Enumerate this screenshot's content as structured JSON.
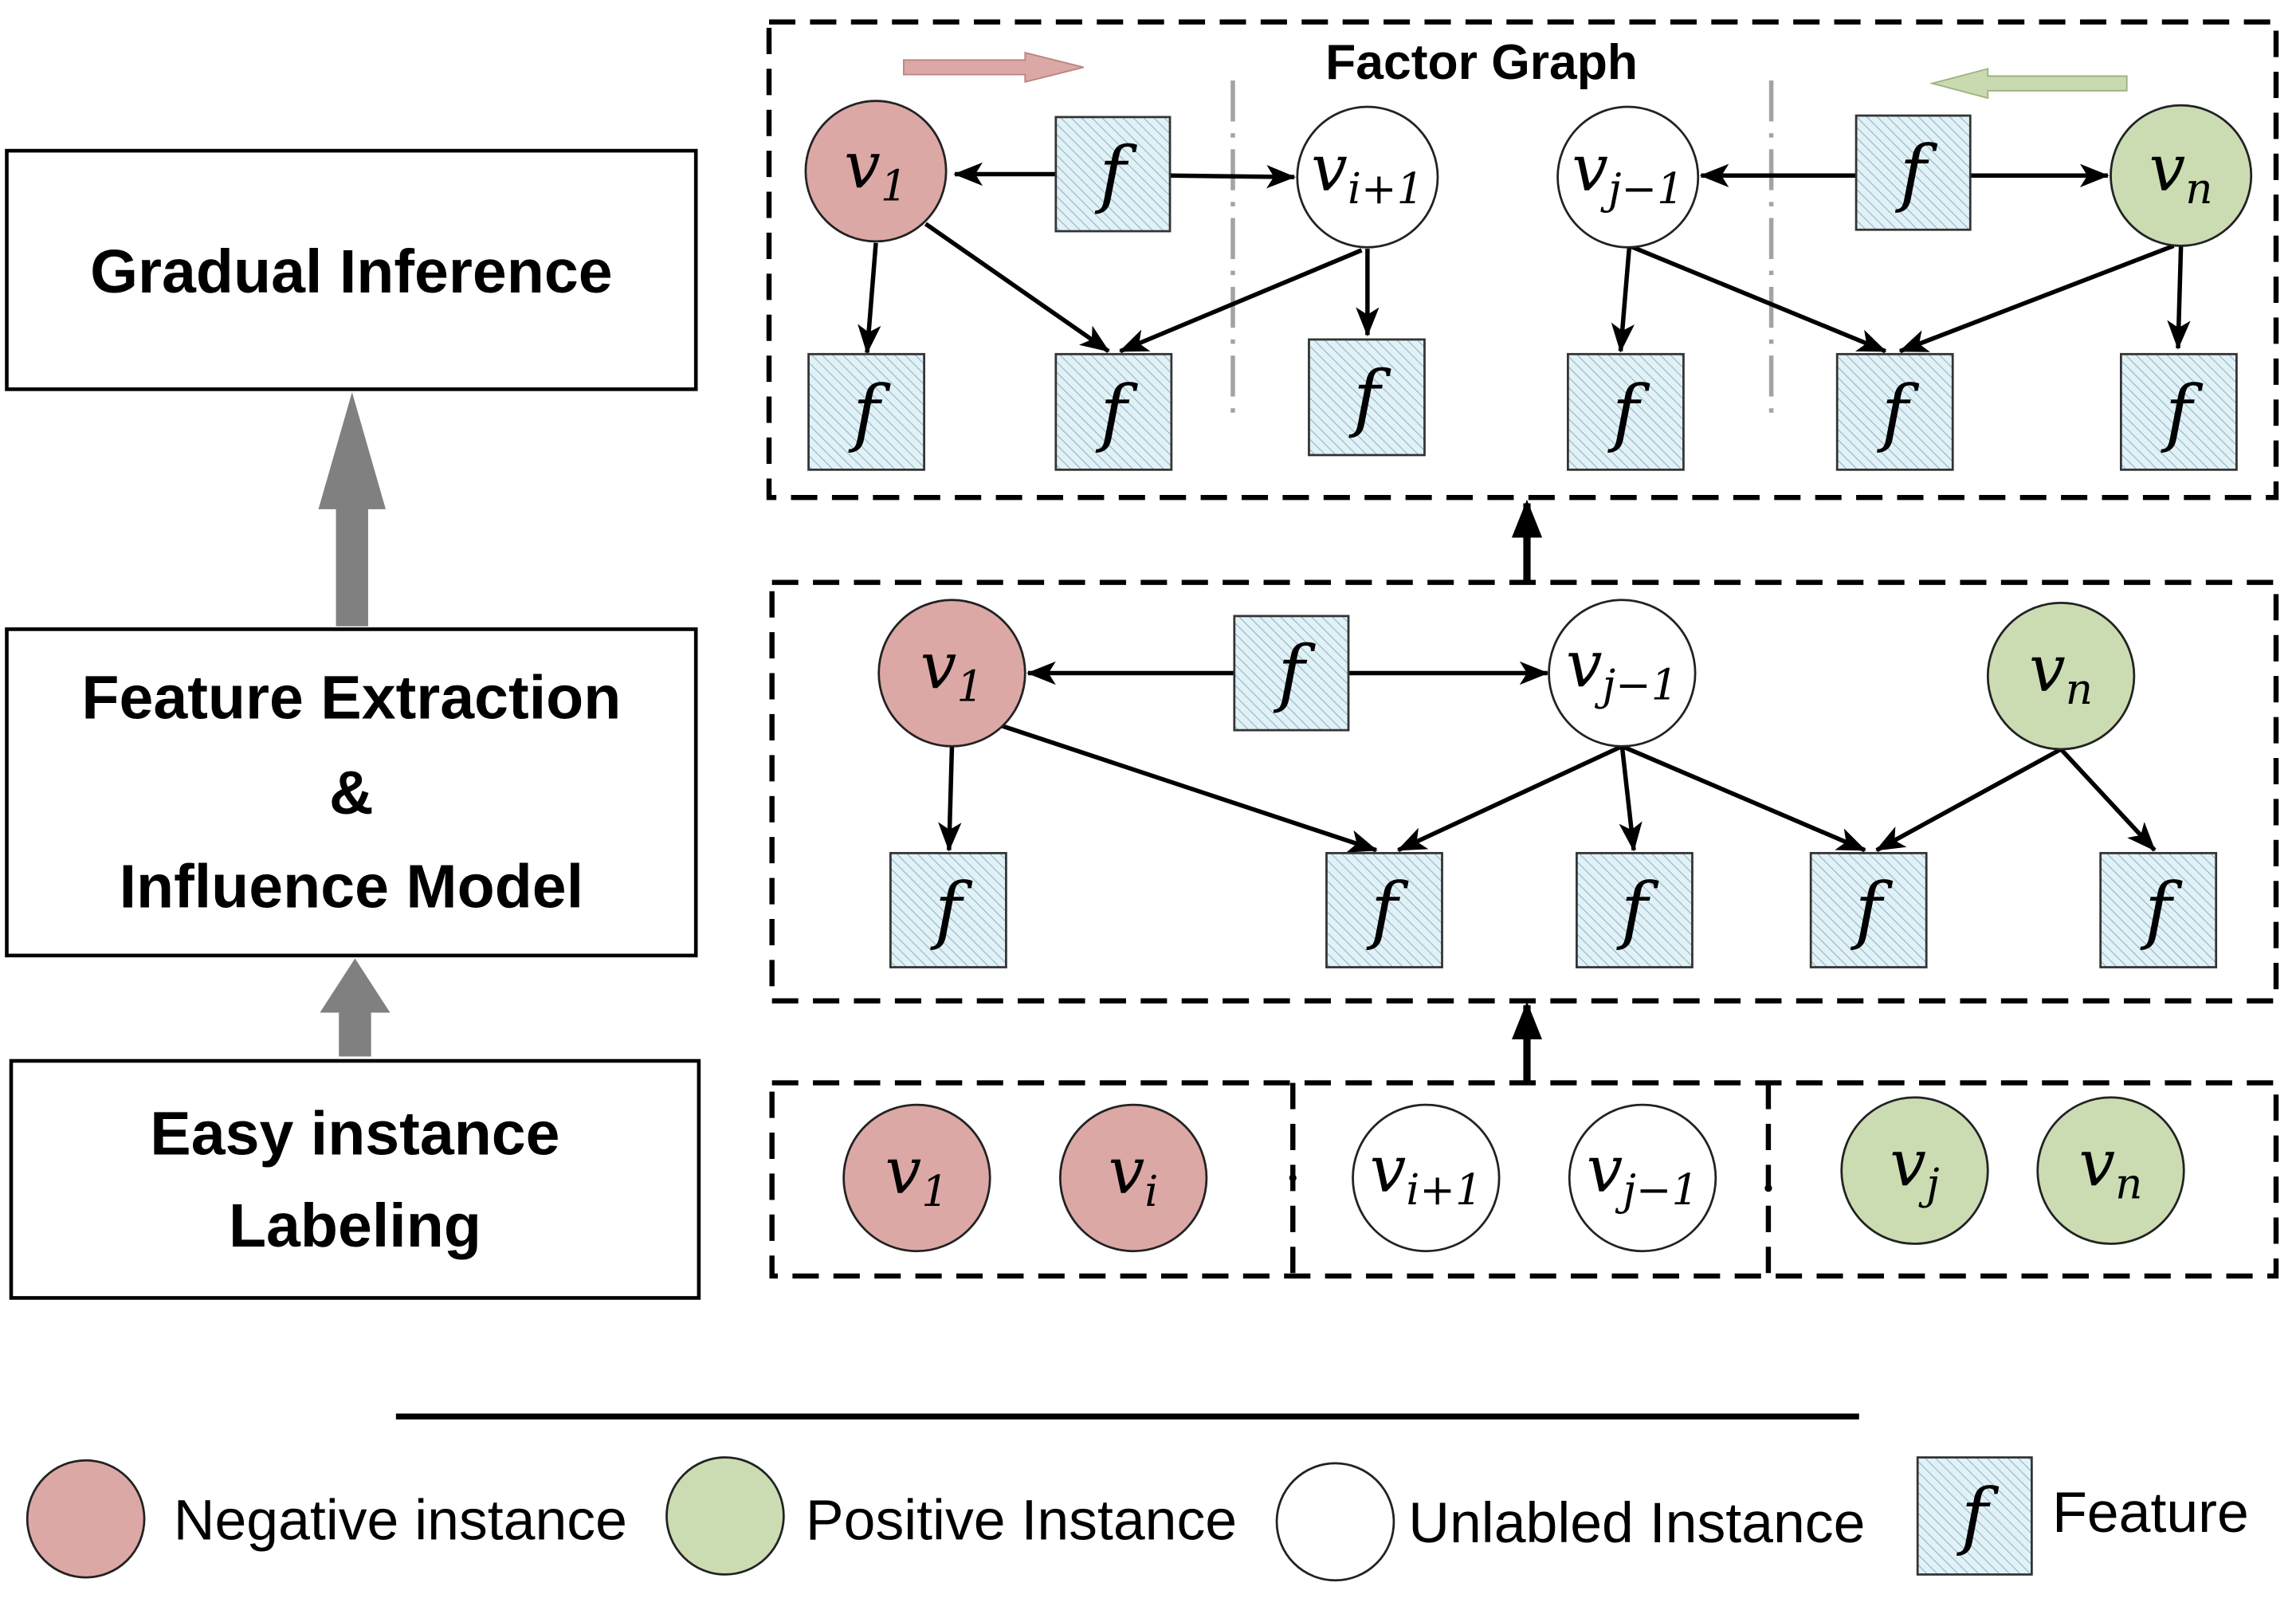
{
  "pipeline": {
    "steps": [
      {
        "lines": [
          "Gradual Inference"
        ]
      },
      {
        "lines": [
          "Feature Extraction",
          "&",
          "Influence Model"
        ]
      },
      {
        "lines": [
          "Easy instance",
          "Labeling"
        ]
      }
    ]
  },
  "labels": {
    "variable": "v",
    "feature": "f"
  },
  "top_panel": {
    "title": "Factor Graph",
    "nodes": [
      {
        "sub": "1"
      },
      {
        "sub": "i+1"
      },
      {
        "sub": "j−1"
      },
      {
        "sub": "n"
      }
    ]
  },
  "middle_panel": {
    "nodes": [
      {
        "sub": "1"
      },
      {
        "sub": "j−1"
      },
      {
        "sub": "n"
      }
    ]
  },
  "bottom_panel": {
    "nodes": [
      {
        "sub": "1"
      },
      {
        "sub": "i"
      },
      {
        "sub": "i+1"
      },
      {
        "sub": "j−1"
      },
      {
        "sub": "j"
      },
      {
        "sub": "n"
      }
    ]
  },
  "legend": {
    "items": [
      {
        "label": "Negative instance"
      },
      {
        "label": "Positive Instance"
      },
      {
        "label": "Unlabled Instance"
      },
      {
        "label": "Feature"
      }
    ]
  },
  "colors": {
    "negative": "#dca8a5",
    "positive": "#cbdcb2",
    "unlabeled": "#ffffff",
    "feature": "#e1f1f6",
    "hatch": "#8fb7c6",
    "pink_arrow": "#dca8a5",
    "green_arrow": "#c9dab0",
    "gray_arrow": "#808080"
  }
}
